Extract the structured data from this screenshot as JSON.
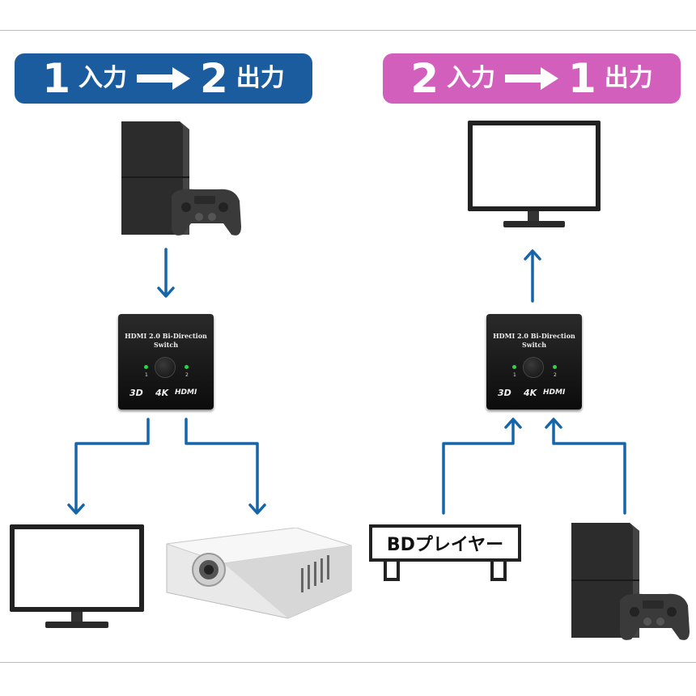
{
  "left_banner": {
    "input_num": "1",
    "input_label": "入力",
    "output_num": "2",
    "output_label": "出力",
    "color": "#1a5c9e"
  },
  "right_banner": {
    "input_num": "2",
    "input_label": "入力",
    "output_num": "1",
    "output_label": "出力",
    "color": "#d35fbc"
  },
  "switch": {
    "title_line1": "HDMI 2.0 Bi-Direction",
    "title_line2": "Switch",
    "port1": "1",
    "port2": "2",
    "logo_3d": "3D",
    "logo_4k": "4K",
    "logo_hdmi": "HDMI"
  },
  "bd_player": {
    "label": "BDプレイヤー"
  },
  "colors": {
    "arrow": "#1565a8",
    "device": "#2f2f2f"
  }
}
